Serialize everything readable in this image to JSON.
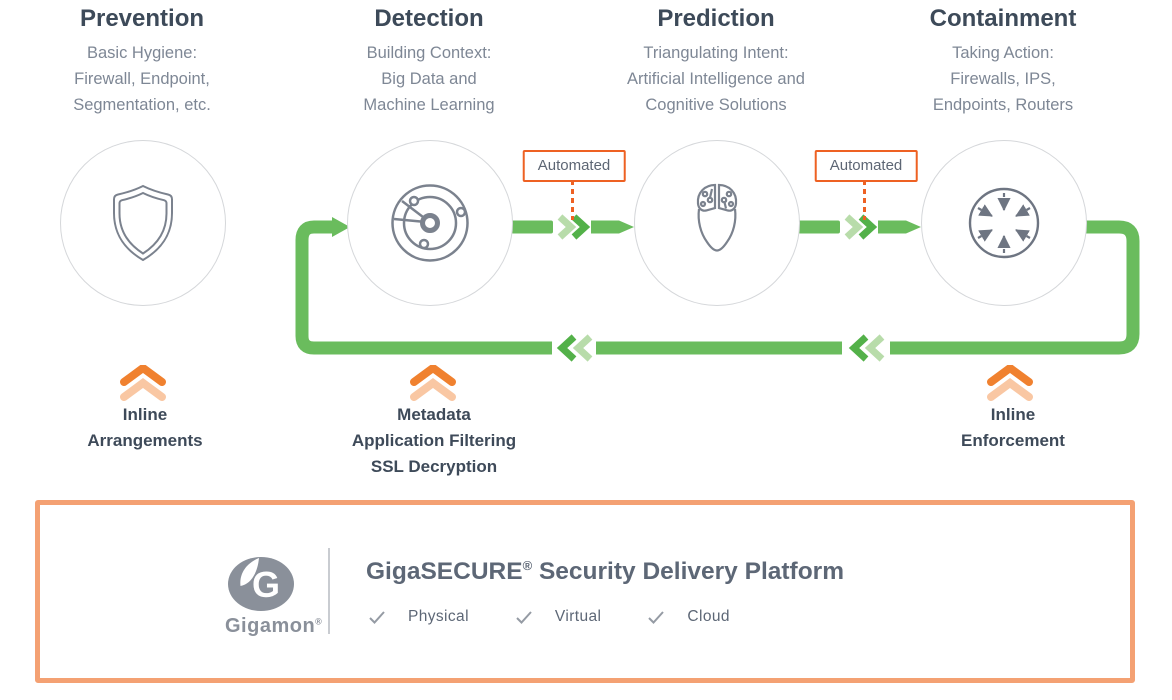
{
  "columns": [
    {
      "title": "Prevention",
      "subtitle": "Basic Hygiene:\nFirewall, Endpoint,\nSegmentation, etc.",
      "icon": "shield-icon",
      "tech_label": "Inline\nArrangements"
    },
    {
      "title": "Detection",
      "subtitle": "Building Context:\nBig Data and\nMachine Learning",
      "icon": "radar-icon",
      "tech_label": "Metadata\nApplication Filtering\nSSL Decryption"
    },
    {
      "title": "Prediction",
      "subtitle": "Triangulating Intent:\nArtificial Intelligence and\nCognitive Solutions",
      "icon": "ai-head-icon",
      "tech_label": ""
    },
    {
      "title": "Containment",
      "subtitle": "Taking Action:\nFirewalls, IPS,\nEndpoints, Routers",
      "icon": "containment-icon",
      "tech_label": "Inline\nEnforcement"
    }
  ],
  "automated_labels": [
    "Automated",
    "Automated"
  ],
  "platform": {
    "brand": "Gigamon",
    "brand_reg": "®",
    "title_brand": "GigaSECURE",
    "title_reg": "®",
    "title_rest": " Security Delivery Platform",
    "features": [
      "Physical",
      "Virtual",
      "Cloud"
    ]
  },
  "colors": {
    "green": "#6abc5d",
    "green_dark": "#53b149",
    "green_light": "#b8dcaa",
    "orange": "#ee6123",
    "chevron_orange": "#f0812f",
    "chevron_orange_light": "#f9c7a3",
    "platform_border": "#f4a173",
    "heading_text": "#3d4a59",
    "subtitle_text": "#7e8795",
    "platform_text": "#5d6776",
    "logo_gray": "#8a909a",
    "circle_border": "#d5d7da",
    "icon_stroke": "#7b828e"
  }
}
